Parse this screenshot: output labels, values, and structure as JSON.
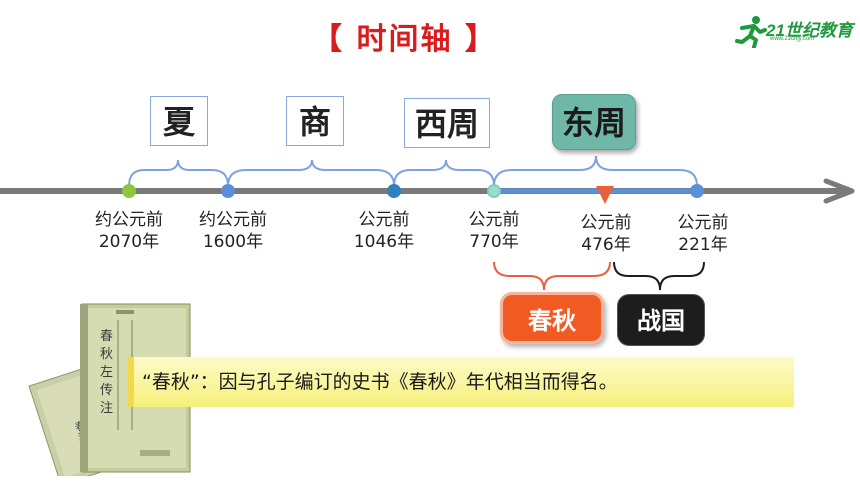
{
  "title": "【 时间轴 】",
  "logo": {
    "text": "21世纪教育",
    "sub": "www.21cnjy.com"
  },
  "dynasties": [
    {
      "name": "夏"
    },
    {
      "name": "商"
    },
    {
      "name": "西周"
    },
    {
      "name": "东周"
    }
  ],
  "timeline": [
    {
      "line1": "约公元前",
      "line2": "2070年",
      "color": "#8cc63f"
    },
    {
      "line1": "约公元前",
      "line2": "1600年",
      "color": "#5b8fd8"
    },
    {
      "line1": "公元前",
      "line2": "1046年",
      "color": "#2f7fc1"
    },
    {
      "line1": "公元前",
      "line2": "770年",
      "color": "#7fcfc0"
    },
    {
      "line1": "公元前",
      "line2": "476年",
      "color": "#e8613a"
    },
    {
      "line1": "公元前",
      "line2": "221年",
      "color": "#5b8fd8"
    }
  ],
  "periods": {
    "chunqiu": "春秋",
    "zhanguo": "战国"
  },
  "banner": {
    "text": "“春秋”：因与孔子编订的史书《春秋》年代相当而得名。"
  },
  "colors": {
    "title": "#d91c1c",
    "axis": "#777777",
    "bracket": "#5b8fd8",
    "chunqiu": "#f25a24",
    "zhanguo": "#1d1d1d",
    "banner": "#f6f07a"
  }
}
